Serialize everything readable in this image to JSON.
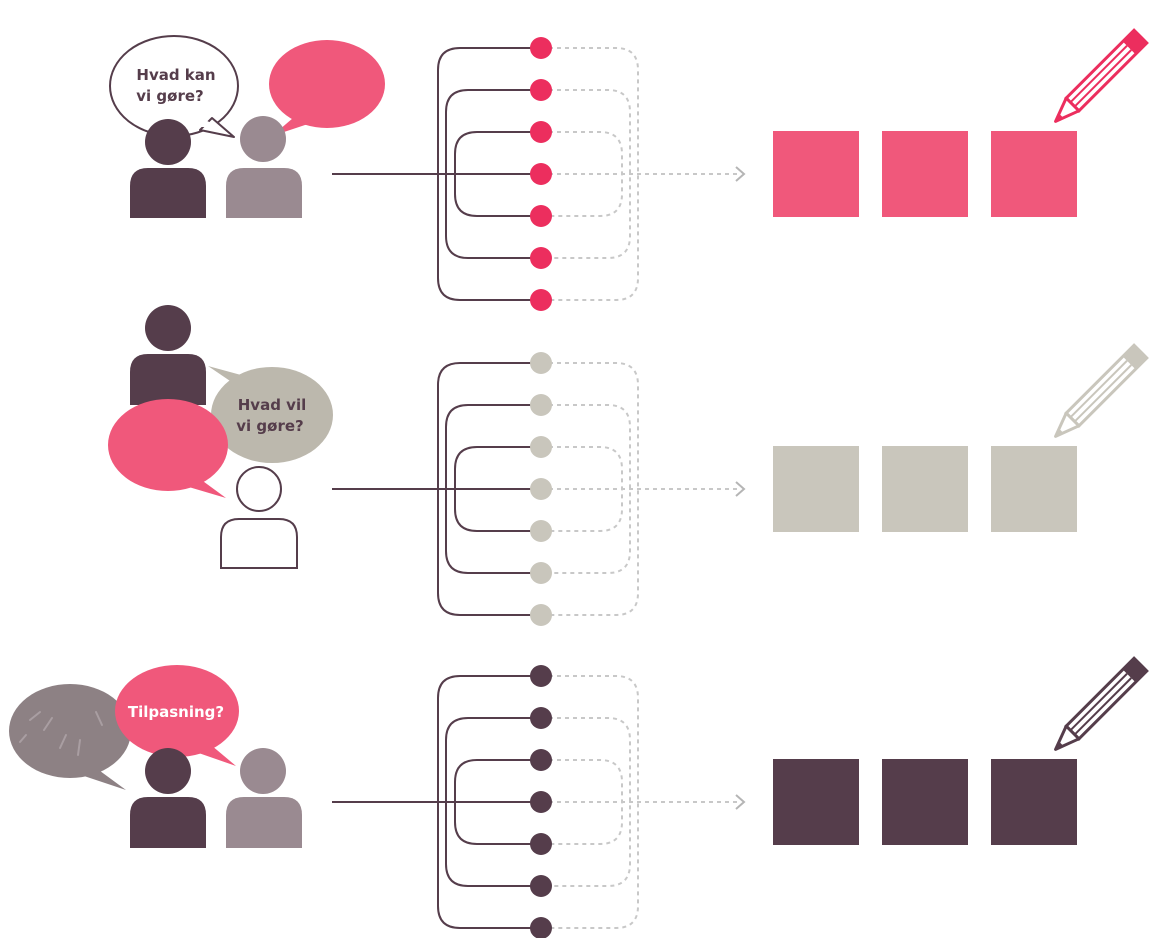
{
  "colors": {
    "dark": "#553d4b",
    "mid_gray": "#9a8a91",
    "pink": "#f0587b",
    "pink_dot": "#ec2e5e",
    "beige": "#c9c6bc",
    "beige_bubble": "#bcb8ad",
    "photo_bubble": "#8d8184",
    "dashed": "#c8c8c8",
    "white": "#ffffff"
  },
  "rows": [
    {
      "id": "row1",
      "question": [
        "Hvad kan",
        "vi gøre?"
      ],
      "accent": "pink",
      "dot_color": "pink_dot",
      "square_color": "pink",
      "pencil_color": "pink_dot",
      "square_count": 3,
      "node_count": 7
    },
    {
      "id": "row2",
      "question": [
        "Hvad vil",
        "vi gøre?"
      ],
      "accent": "beige",
      "dot_color": "beige",
      "square_color": "beige",
      "pencil_color": "beige",
      "square_count": 3,
      "node_count": 7
    },
    {
      "id": "row3",
      "question": [
        "Tilpasning?"
      ],
      "accent": "dark",
      "dot_color": "dark",
      "square_color": "dark",
      "pencil_color": "dark",
      "square_count": 3,
      "node_count": 7
    }
  ]
}
